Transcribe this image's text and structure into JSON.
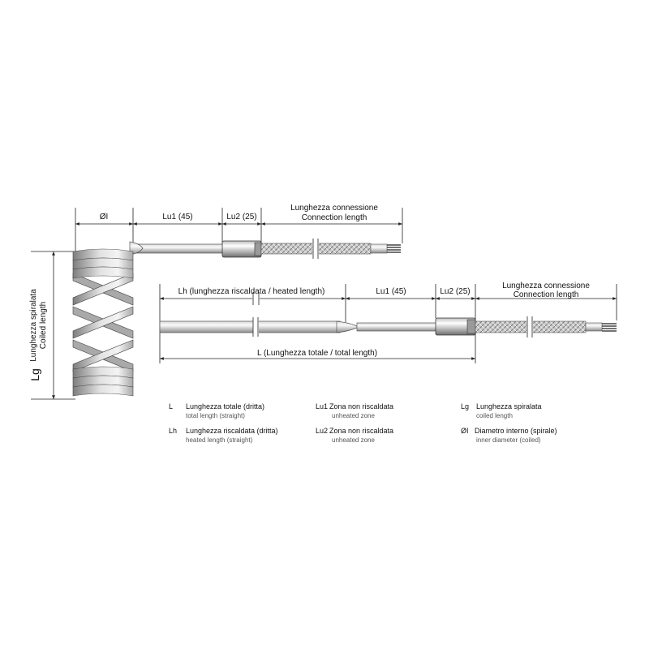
{
  "top": {
    "dim_oi": "ØI",
    "dim_lu1": "Lu1 (45)",
    "dim_lu2": "Lu2 (25)",
    "conn_it": "Lunghezza connessione",
    "conn_en": "Connection length"
  },
  "bottom": {
    "dim_lh": "Lh (lunghezza riscaldata / heated length)",
    "dim_lu1": "Lu1 (45)",
    "dim_lu2": "Lu2 (25)",
    "conn_it": "Lunghezza connessione",
    "conn_en": "Connection length",
    "dim_total": "L (Lunghezza totale / total length)"
  },
  "coil": {
    "label_it": "Lunghezza spiralata",
    "label_en": "Coiled length",
    "symbol": "Lg"
  },
  "legend": [
    {
      "code": "L",
      "it": "Lunghezza totale (dritta)",
      "en": "total length (straight)"
    },
    {
      "code": "Lh",
      "it": "Lunghezza riscaldata (dritta)",
      "en": "heated length (straight)"
    },
    {
      "code": "Lu1",
      "it": "Zona non riscaldata",
      "en": "unheated zone"
    },
    {
      "code": "Lu2",
      "it": "Zona non riscaldata",
      "en": "unheated zone"
    },
    {
      "code": "Lg",
      "it": "Lunghezza spiralata",
      "en": "coiled length"
    },
    {
      "code": "ØI",
      "it": "Diametro interno (spirale)",
      "en": "inner diameter (coiled)"
    }
  ],
  "colors": {
    "tube_light": "#f2f2f2",
    "tube_dark": "#9a9a9a",
    "line": "#222222"
  }
}
